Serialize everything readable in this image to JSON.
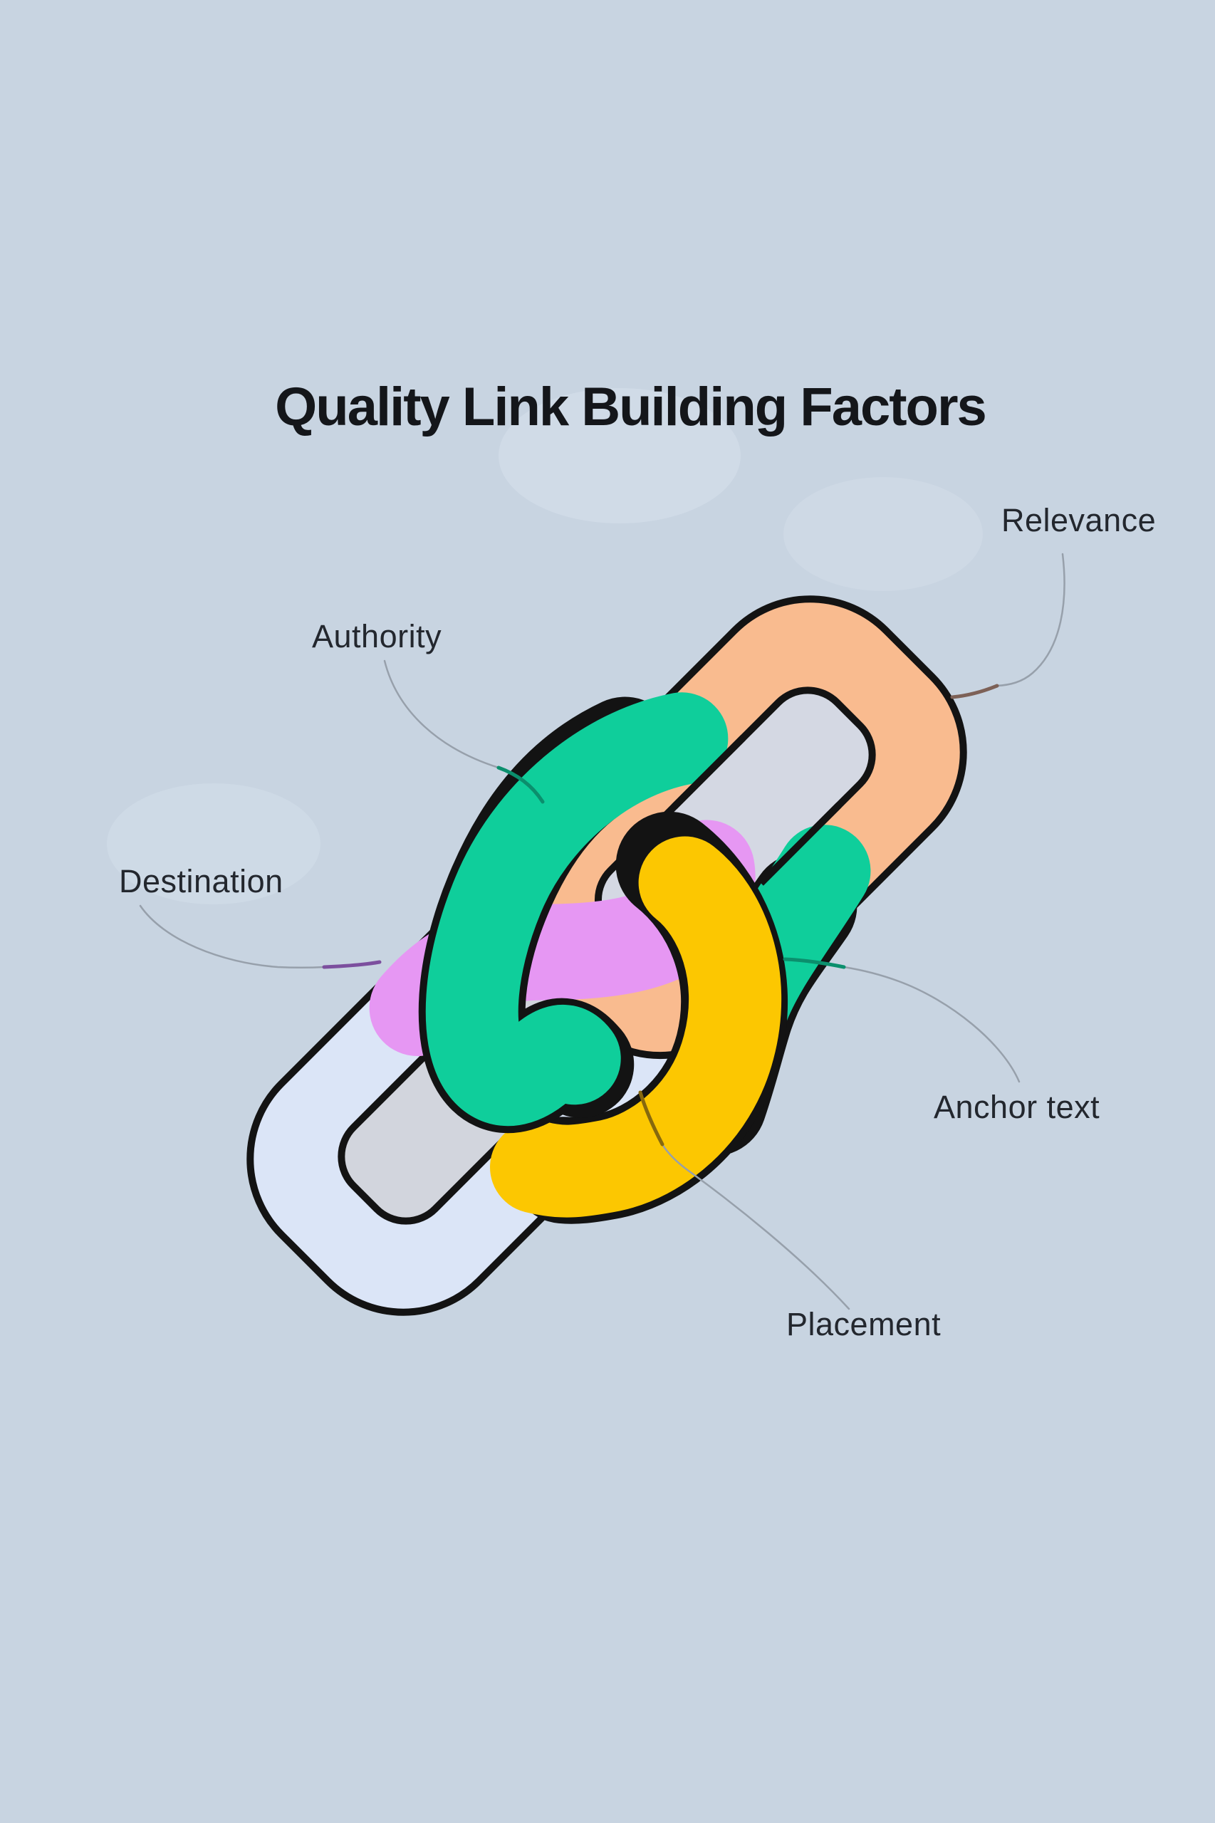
{
  "title": "Quality Link Building Factors",
  "labels": {
    "relevance": "Relevance",
    "authority": "Authority",
    "destination": "Destination",
    "anchor_text": "Anchor text",
    "placement": "Placement"
  },
  "diagram": {
    "type": "interlocked-chain-links-infographic",
    "factors": [
      {
        "label": "Relevance",
        "segment_color": "#f9bb8f"
      },
      {
        "label": "Authority",
        "segment_color": "#0fce9b"
      },
      {
        "label": "Destination",
        "segment_color": "#e697f3"
      },
      {
        "label": "Anchor text",
        "segment_color": "#0fce9b"
      },
      {
        "label": "Placement",
        "segment_color": "#fcc701"
      }
    ]
  },
  "colors": {
    "background": "#c8d4e1",
    "background_blob": "#dfe9f3",
    "outline": "#131313",
    "link_a_ring": "#dbe5f7",
    "link_a_hole": "#d2d5dd",
    "link_b_ring": "#f9bb8f",
    "link_b_hole": "#d4d8e3",
    "green": "#0fce9b",
    "yellow": "#fcc701",
    "purple": "#e697f3",
    "leader": "#97a0ab",
    "tip_relevance": "#7d6157",
    "tip_green": "#0b8f6d",
    "tip_purple": "#7c4f9e",
    "tip_yellow": "#86680e",
    "title_text": "#14161a",
    "label_text": "#23272e"
  }
}
